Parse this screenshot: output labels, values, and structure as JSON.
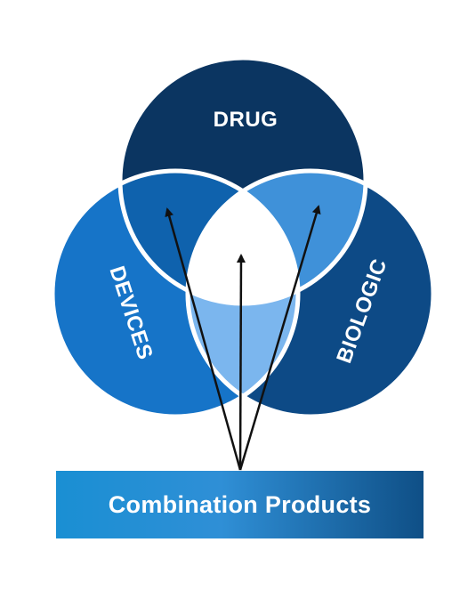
{
  "circles": {
    "drug": {
      "label": "DRUG",
      "color": "#0b3561"
    },
    "devices": {
      "label": "DEVICES",
      "color": "#1674c8"
    },
    "biologic": {
      "label": "BIOLOGIC",
      "color": "#0d4a86"
    }
  },
  "overlaps": {
    "drug_devices": {
      "color": "#0f62ad"
    },
    "drug_biologic": {
      "color": "#3f91d9"
    },
    "devices_biologic": {
      "color": "#7bb6ee"
    },
    "center": {
      "color": "#ffffff"
    }
  },
  "banner": {
    "label": "Combination Products"
  }
}
